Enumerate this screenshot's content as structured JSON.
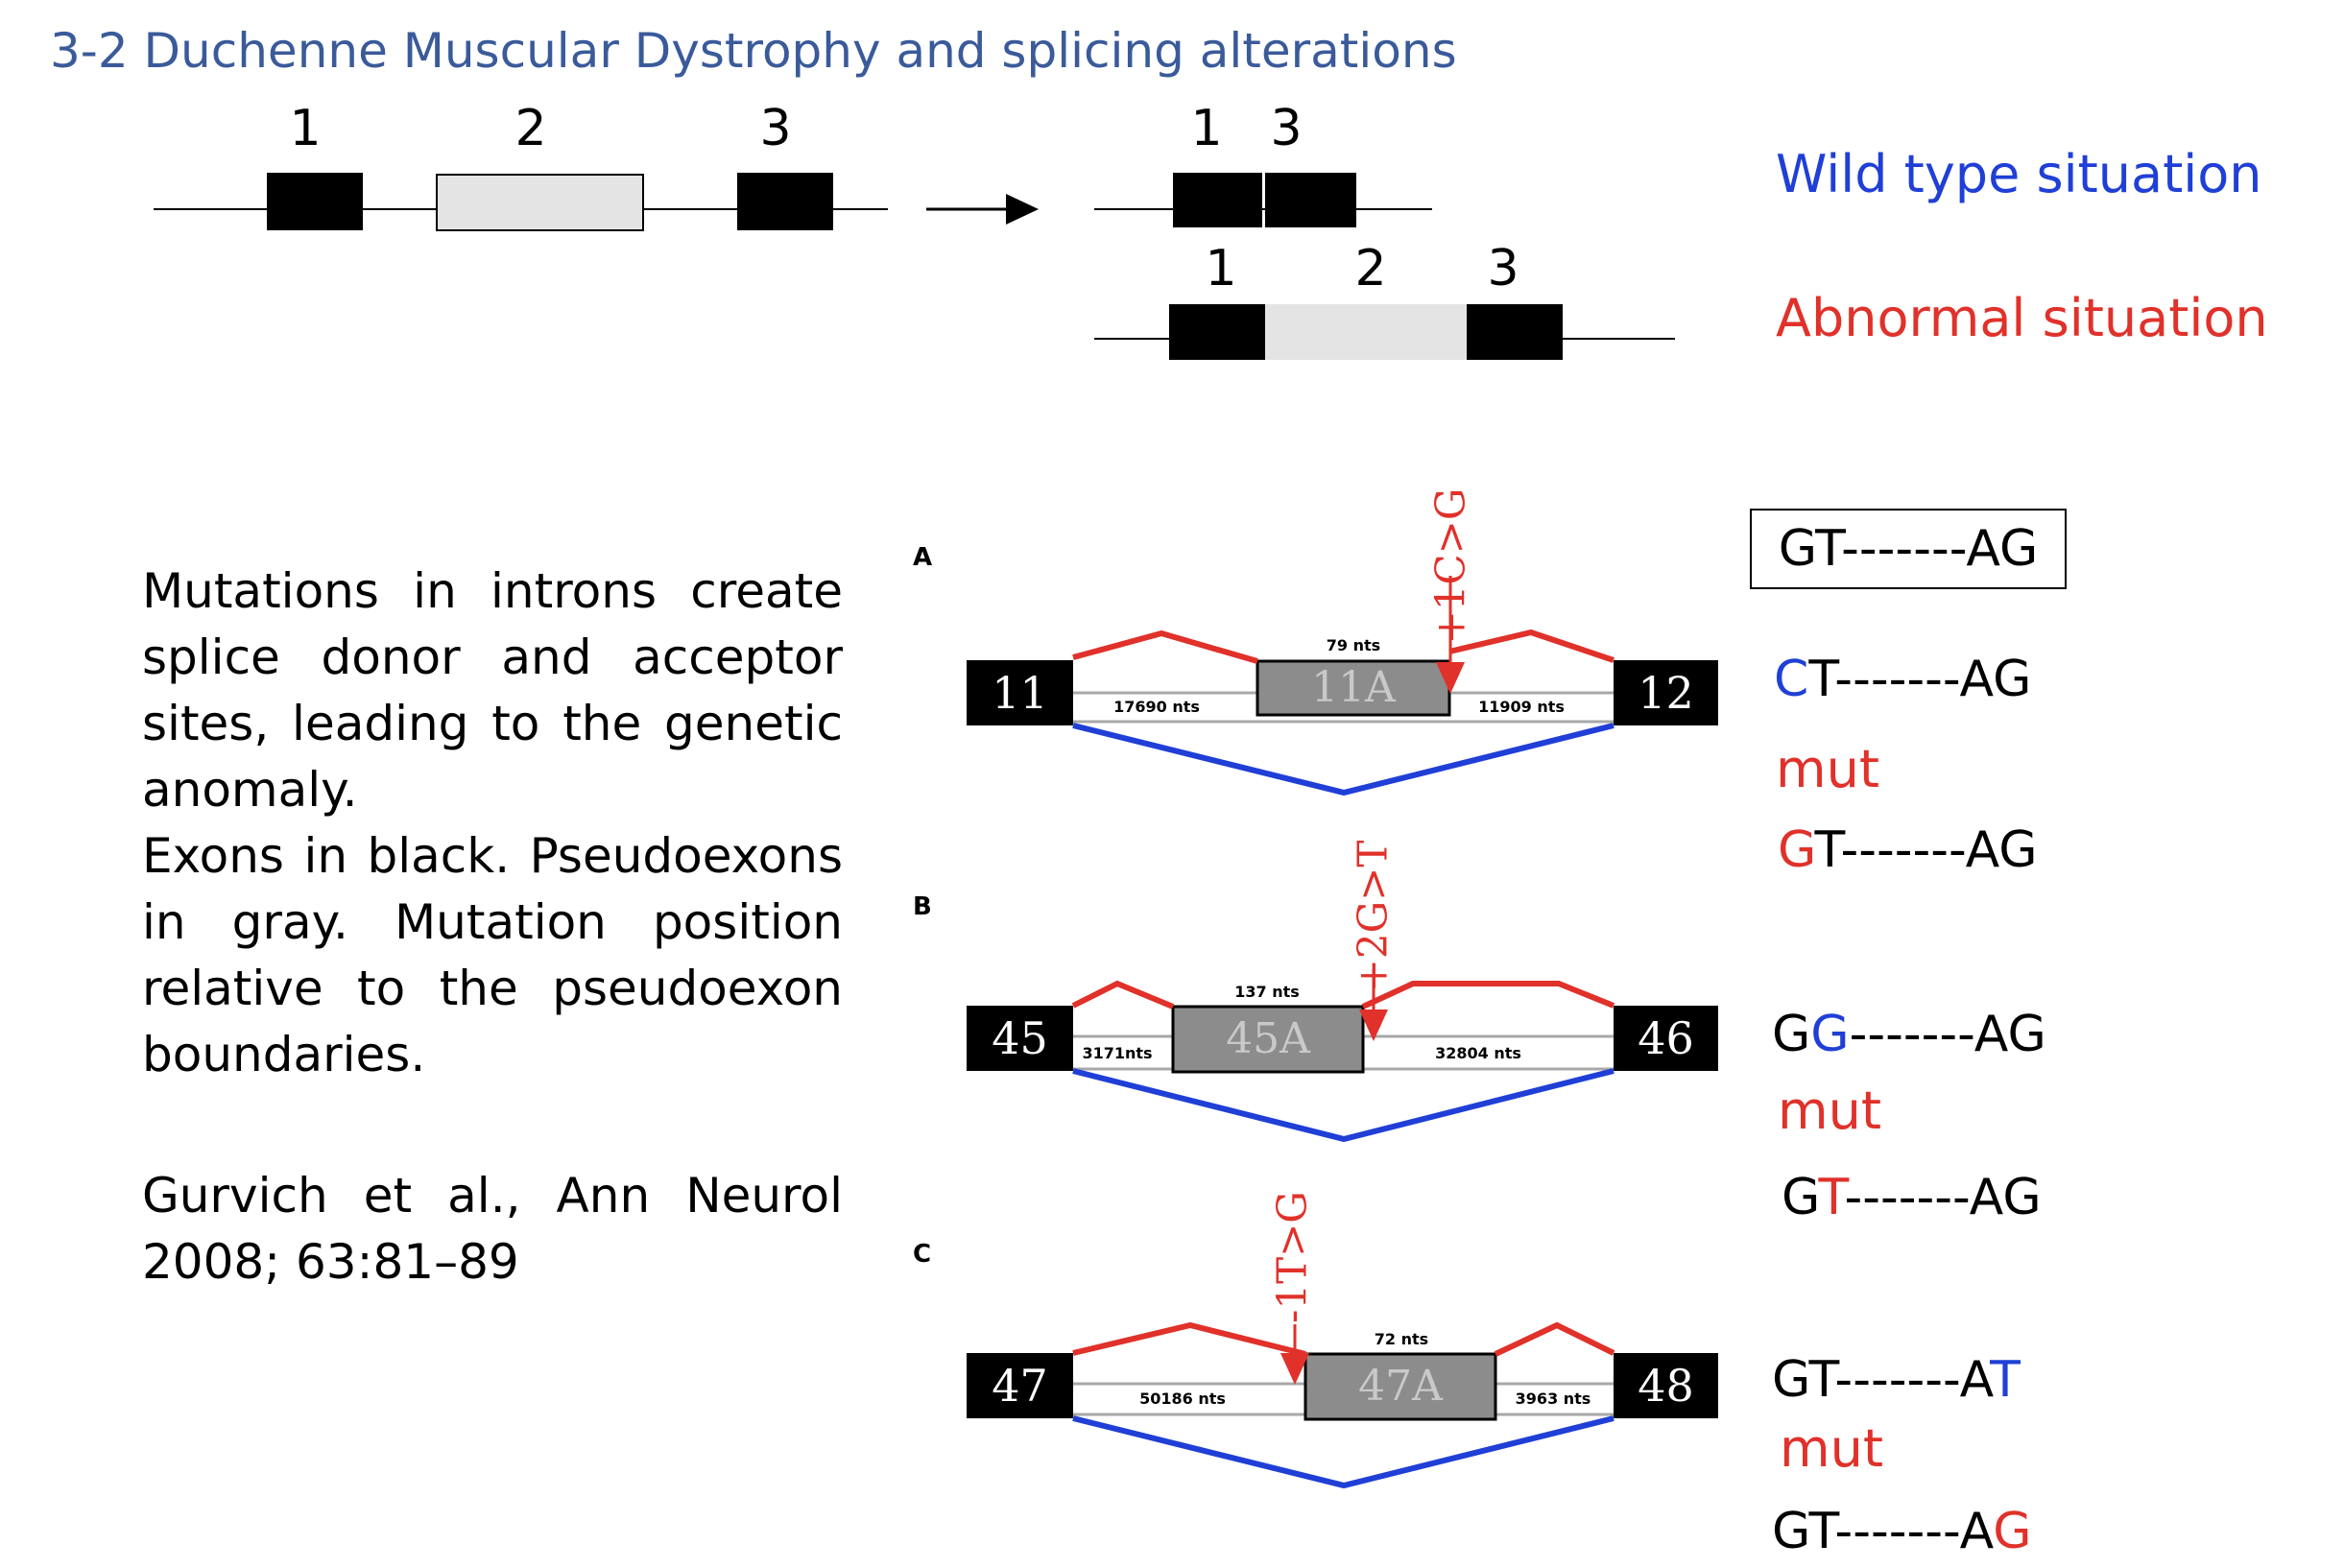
{
  "title": "3-2 Duchenne Muscular Dystrophy and splicing alterations",
  "schematic": {
    "exon_labels": [
      "1",
      "2",
      "3"
    ],
    "wild_type_product_labels": [
      "1",
      "3"
    ],
    "abnormal_product_labels": [
      "1",
      "2",
      "3"
    ],
    "wild_type_label": "Wild type situation",
    "abnormal_label": "Abnormal situation"
  },
  "description": {
    "line1": "Mutations in introns create splice donor and acceptor sites, leading to the genetic anomaly.",
    "line2": "Exons in black. Pseudoexons in gray. Mutation position relative to the pseudoexon boundaries.",
    "citation": "Gurvich et al., Ann Neurol 2008; 63:81–89"
  },
  "panels": [
    {
      "letter": "A",
      "exon_left": "11",
      "pseudoexon": "11A",
      "exon_right": "12",
      "pseudoexon_size": "79 nts",
      "intron_left": "17690 nts",
      "intron_right": "11909 nts",
      "mutation": "+1C>G"
    },
    {
      "letter": "B",
      "exon_left": "45",
      "pseudoexon": "45A",
      "exon_right": "46",
      "pseudoexon_size": "137 nts",
      "intron_left": "3171nts",
      "intron_right": "32804 nts",
      "mutation": "+2G>T"
    },
    {
      "letter": "C",
      "exon_left": "47",
      "pseudoexon": "47A",
      "exon_right": "48",
      "pseudoexon_size": "72 nts",
      "intron_left": "50186 nts",
      "intron_right": "3963 nts",
      "mutation": "-1T>G"
    }
  ],
  "sequences": {
    "consensus": "GT-------AG",
    "mut_label": "mut",
    "a_mut": {
      "highlight": "C",
      "rest": "T-------AG"
    },
    "a_wt": {
      "highlight": "G",
      "rest": "T-------AG"
    },
    "b_mut": {
      "prefix": "G",
      "highlight": "G",
      "rest": "-------AG"
    },
    "b_wt": {
      "prefix": "G",
      "highlight": "T",
      "rest": "-------AG"
    },
    "c_mut": {
      "prefix": "GT-------A",
      "highlight": "T"
    },
    "c_wt": {
      "prefix": "GT-------A",
      "highlight": "G"
    }
  },
  "colors": {
    "title": "#3a5a9a",
    "wild_type": "#1f3fd6",
    "abnormal": "#e0312a",
    "red_path": "#e0312a",
    "blue_path": "#1f3fd6",
    "exon": "#000000",
    "pseudoexon": "#8c8c8c",
    "schematic_pseudoexon": "#e4e4e4"
  }
}
